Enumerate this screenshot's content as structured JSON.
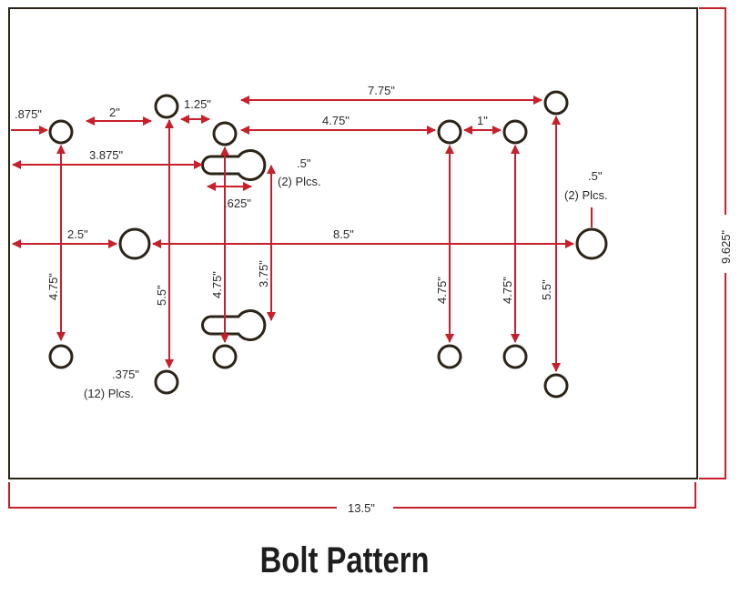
{
  "title": "Bolt Pattern",
  "colors": {
    "plate": "#2c2418",
    "dimension": "#c8202a",
    "hole": "#2c2418",
    "text": "#2a2a2a"
  },
  "dimensions": {
    "left_875": ".875\"",
    "two": "2\"",
    "one_25": "1.25\"",
    "seven_75": "7.75\"",
    "four_75_top": "4.75\"",
    "one": "1\"",
    "three_875": "3.875\"",
    "half_a": ".5\"",
    "two_plcs_a": "(2) Plcs.",
    "six_25": ".625\"",
    "half_b": ".5\"",
    "two_plcs_b": "(2) Plcs.",
    "two_5": "2.5\"",
    "eight_5": "8.5\"",
    "v_4_75_a": "4.75\"",
    "v_5_5_a": "5.5\"",
    "v_4_75_b": "4.75\"",
    "v_3_75": "3.75\"",
    "v_4_75_c": "4.75\"",
    "v_4_75_d": "4.75\"",
    "v_5_5_b": "5.5\"",
    "three_75": ".375\"",
    "twelve_plcs": "(12) Plcs.",
    "overall_width": "13.5\"",
    "overall_height": "9.625\""
  }
}
